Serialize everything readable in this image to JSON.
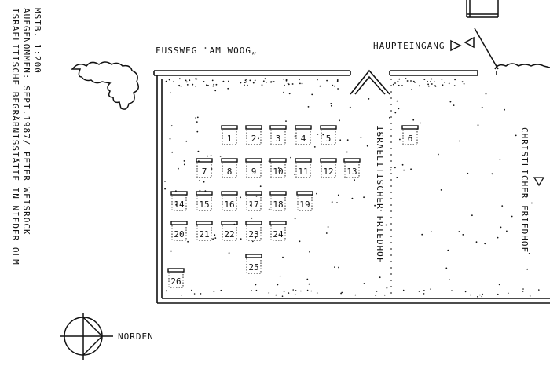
{
  "title_block": {
    "line1": "ISRAELITISCHE BEGRÄBNISSTÄTTE IN NIEDER OLM",
    "line2": "AUFGENOMMEN: SEPT.1987/ PETER WEISROCK",
    "line3": "MSTB. 1:200"
  },
  "labels": {
    "footpath": "FUSSWEG \"AM WOOG„",
    "main_entrance": "HAUPTEINGANG",
    "israelite_cemetery": "ISRAELITISCHER FRIEDHOF",
    "christian_cemetery": "CHRISTLICHER FRIEDHOF",
    "north": "NORDEN"
  },
  "graves": [
    "1",
    "2",
    "3",
    "4",
    "5",
    "6",
    "7",
    "8",
    "9",
    "10",
    "11",
    "12",
    "13",
    "14",
    "15",
    "16",
    "17",
    "18",
    "19",
    "20",
    "21",
    "22",
    "23",
    "24",
    "25",
    "26"
  ]
}
